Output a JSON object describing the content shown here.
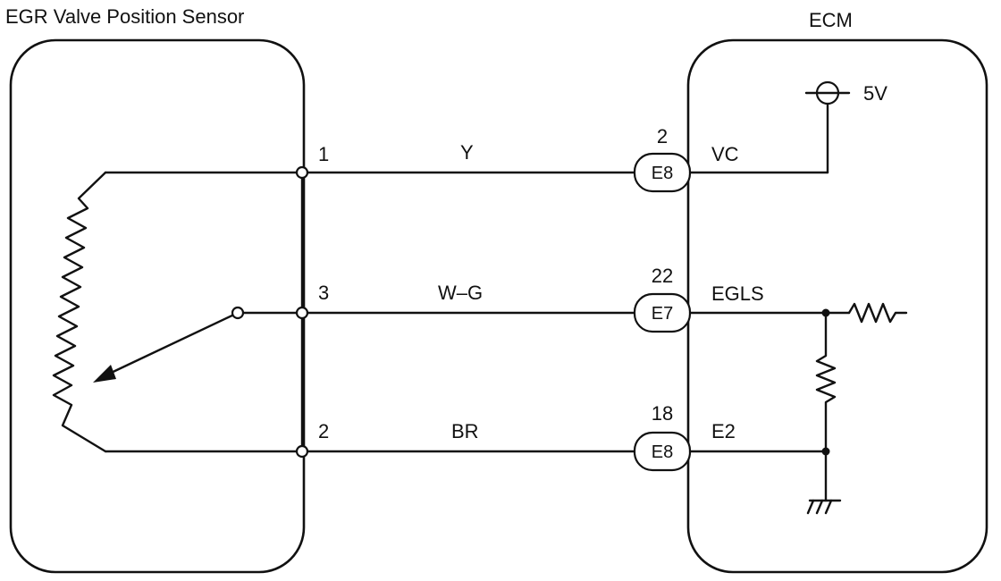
{
  "sensor": {
    "title": "EGR Valve Position Sensor"
  },
  "ecm": {
    "title": "ECM",
    "supply": "5V"
  },
  "wires": [
    {
      "sensor_pin": "1",
      "color": "Y",
      "connector": "E8",
      "ecm_pin": "2",
      "signal": "VC"
    },
    {
      "sensor_pin": "3",
      "color": "W–G",
      "connector": "E7",
      "ecm_pin": "22",
      "signal": "EGLS"
    },
    {
      "sensor_pin": "2",
      "color": "BR",
      "connector": "E8",
      "ecm_pin": "18",
      "signal": "E2"
    }
  ]
}
